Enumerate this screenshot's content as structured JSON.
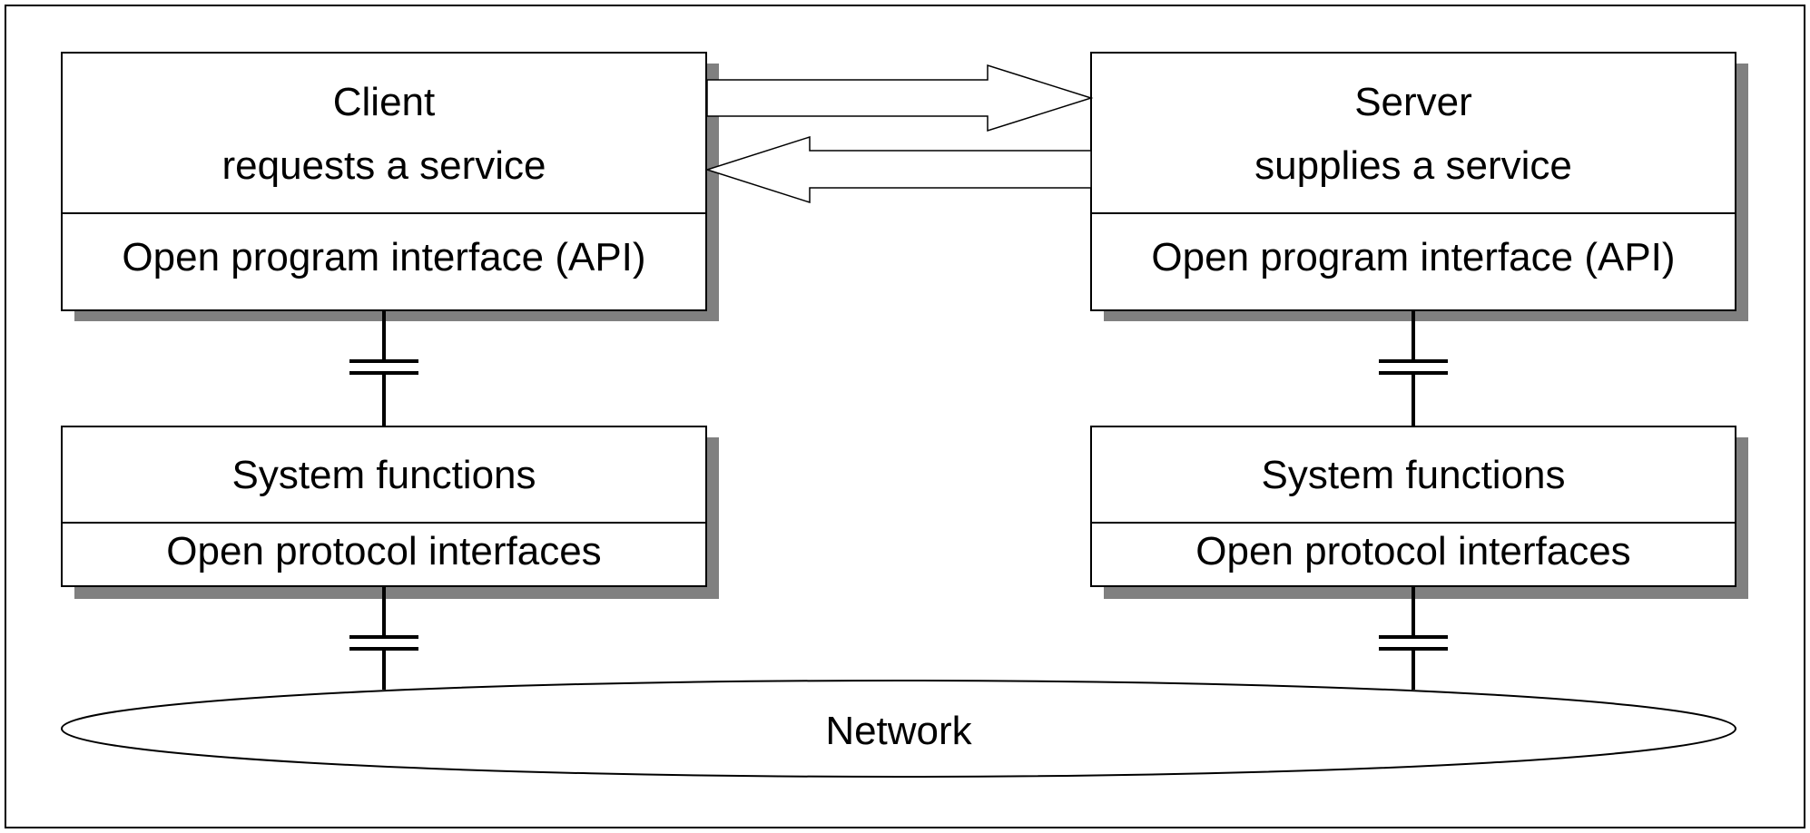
{
  "client": {
    "title": "Client",
    "subtitle": "requests a service",
    "api": "Open program interface (API)",
    "system": "System functions",
    "protocol": "Open protocol interfaces"
  },
  "server": {
    "title": "Server",
    "subtitle": "supplies a service",
    "api": "Open program interface (API)",
    "system": "System functions",
    "protocol": "Open protocol interfaces"
  },
  "network": {
    "label": "Network"
  },
  "colors": {
    "shadow": "#808080",
    "line": "#000000",
    "background": "#ffffff"
  }
}
